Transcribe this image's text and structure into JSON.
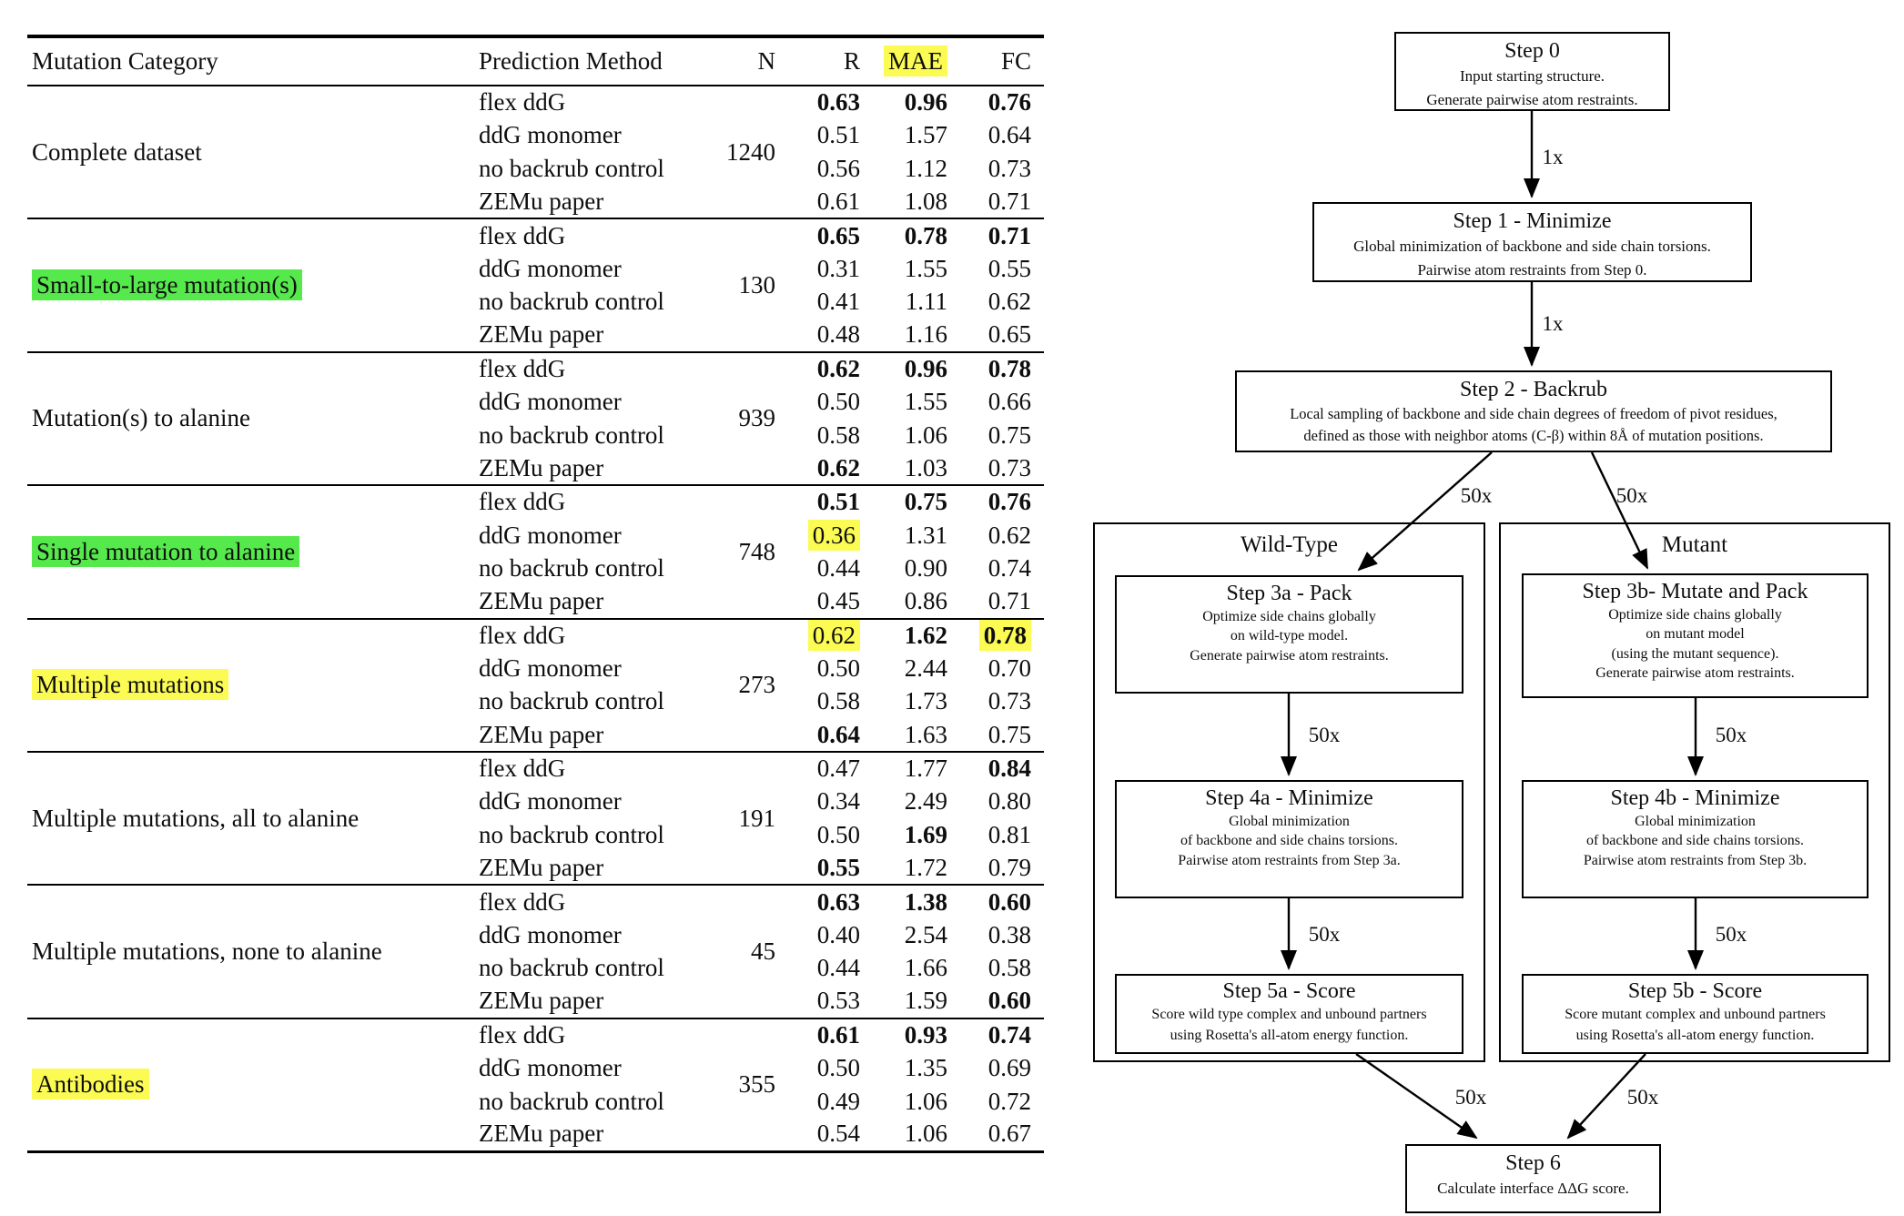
{
  "table": {
    "headers": {
      "category": "Mutation Category",
      "method": "Prediction Method",
      "n": "N",
      "r": "R",
      "mae": "MAE",
      "fc": "FC"
    },
    "groups": [
      {
        "category": "Complete dataset",
        "highlight": null,
        "n": "1240",
        "rows": [
          {
            "method": "flex ddG",
            "r": {
              "v": "0.63",
              "b": 1
            },
            "mae": {
              "v": "0.96",
              "b": 1
            },
            "fc": {
              "v": "0.76",
              "b": 1
            }
          },
          {
            "method": "ddG monomer",
            "r": {
              "v": "0.51"
            },
            "mae": {
              "v": "1.57"
            },
            "fc": {
              "v": "0.64"
            }
          },
          {
            "method": "no backrub control",
            "r": {
              "v": "0.56"
            },
            "mae": {
              "v": "1.12"
            },
            "fc": {
              "v": "0.73"
            }
          },
          {
            "method": "ZEMu paper",
            "r": {
              "v": "0.61"
            },
            "mae": {
              "v": "1.08"
            },
            "fc": {
              "v": "0.71"
            }
          }
        ]
      },
      {
        "category": "Small-to-large mutation(s)",
        "highlight": "green",
        "n": "130",
        "rows": [
          {
            "method": "flex ddG",
            "r": {
              "v": "0.65",
              "b": 1
            },
            "mae": {
              "v": "0.78",
              "b": 1
            },
            "fc": {
              "v": "0.71",
              "b": 1
            }
          },
          {
            "method": "ddG monomer",
            "r": {
              "v": "0.31"
            },
            "mae": {
              "v": "1.55"
            },
            "fc": {
              "v": "0.55"
            }
          },
          {
            "method": "no backrub control",
            "r": {
              "v": "0.41"
            },
            "mae": {
              "v": "1.11"
            },
            "fc": {
              "v": "0.62"
            }
          },
          {
            "method": "ZEMu paper",
            "r": {
              "v": "0.48"
            },
            "mae": {
              "v": "1.16"
            },
            "fc": {
              "v": "0.65"
            }
          }
        ]
      },
      {
        "category": "Mutation(s) to alanine",
        "highlight": null,
        "n": "939",
        "rows": [
          {
            "method": "flex ddG",
            "r": {
              "v": "0.62",
              "b": 1
            },
            "mae": {
              "v": "0.96",
              "b": 1
            },
            "fc": {
              "v": "0.78",
              "b": 1
            }
          },
          {
            "method": "ddG monomer",
            "r": {
              "v": "0.50"
            },
            "mae": {
              "v": "1.55"
            },
            "fc": {
              "v": "0.66"
            }
          },
          {
            "method": "no backrub control",
            "r": {
              "v": "0.58"
            },
            "mae": {
              "v": "1.06"
            },
            "fc": {
              "v": "0.75"
            }
          },
          {
            "method": "ZEMu paper",
            "r": {
              "v": "0.62",
              "b": 1
            },
            "mae": {
              "v": "1.03"
            },
            "fc": {
              "v": "0.73"
            }
          }
        ]
      },
      {
        "category": "Single mutation to alanine",
        "highlight": "green",
        "n": "748",
        "rows": [
          {
            "method": "flex ddG",
            "r": {
              "v": "0.51",
              "b": 1
            },
            "mae": {
              "v": "0.75",
              "b": 1
            },
            "fc": {
              "v": "0.76",
              "b": 1
            }
          },
          {
            "method": "ddG monomer",
            "r": {
              "v": "0.36",
              "h": "y"
            },
            "mae": {
              "v": "1.31"
            },
            "fc": {
              "v": "0.62"
            }
          },
          {
            "method": "no backrub control",
            "r": {
              "v": "0.44"
            },
            "mae": {
              "v": "0.90"
            },
            "fc": {
              "v": "0.74"
            }
          },
          {
            "method": "ZEMu paper",
            "r": {
              "v": "0.45"
            },
            "mae": {
              "v": "0.86"
            },
            "fc": {
              "v": "0.71"
            }
          }
        ]
      },
      {
        "category": "Multiple mutations",
        "highlight": "yellow",
        "n": "273",
        "rows": [
          {
            "method": "flex ddG",
            "r": {
              "v": "0.62",
              "h": "y"
            },
            "mae": {
              "v": "1.62",
              "b": 1
            },
            "fc": {
              "v": "0.78",
              "b": 1,
              "h": "y"
            }
          },
          {
            "method": "ddG monomer",
            "r": {
              "v": "0.50"
            },
            "mae": {
              "v": "2.44"
            },
            "fc": {
              "v": "0.70"
            }
          },
          {
            "method": "no backrub control",
            "r": {
              "v": "0.58"
            },
            "mae": {
              "v": "1.73"
            },
            "fc": {
              "v": "0.73"
            }
          },
          {
            "method": "ZEMu paper",
            "r": {
              "v": "0.64",
              "b": 1
            },
            "mae": {
              "v": "1.63"
            },
            "fc": {
              "v": "0.75"
            }
          }
        ]
      },
      {
        "category": "Multiple mutations, all to alanine",
        "highlight": null,
        "n": "191",
        "rows": [
          {
            "method": "flex ddG",
            "r": {
              "v": "0.47"
            },
            "mae": {
              "v": "1.77"
            },
            "fc": {
              "v": "0.84",
              "b": 1
            }
          },
          {
            "method": "ddG monomer",
            "r": {
              "v": "0.34"
            },
            "mae": {
              "v": "2.49"
            },
            "fc": {
              "v": "0.80"
            }
          },
          {
            "method": "no backrub control",
            "r": {
              "v": "0.50"
            },
            "mae": {
              "v": "1.69",
              "b": 1
            },
            "fc": {
              "v": "0.81"
            }
          },
          {
            "method": "ZEMu paper",
            "r": {
              "v": "0.55",
              "b": 1
            },
            "mae": {
              "v": "1.72"
            },
            "fc": {
              "v": "0.79"
            }
          }
        ]
      },
      {
        "category": "Multiple mutations, none to alanine",
        "highlight": null,
        "n": "45",
        "rows": [
          {
            "method": "flex ddG",
            "r": {
              "v": "0.63",
              "b": 1
            },
            "mae": {
              "v": "1.38",
              "b": 1
            },
            "fc": {
              "v": "0.60",
              "b": 1
            }
          },
          {
            "method": "ddG monomer",
            "r": {
              "v": "0.40"
            },
            "mae": {
              "v": "2.54"
            },
            "fc": {
              "v": "0.38"
            }
          },
          {
            "method": "no backrub control",
            "r": {
              "v": "0.44"
            },
            "mae": {
              "v": "1.66"
            },
            "fc": {
              "v": "0.58"
            }
          },
          {
            "method": "ZEMu paper",
            "r": {
              "v": "0.53"
            },
            "mae": {
              "v": "1.59"
            },
            "fc": {
              "v": "0.60",
              "b": 1
            }
          }
        ]
      },
      {
        "category": "Antibodies",
        "highlight": "yellow",
        "n": "355",
        "rows": [
          {
            "method": "flex ddG",
            "r": {
              "v": "0.61",
              "b": 1
            },
            "mae": {
              "v": "0.93",
              "b": 1
            },
            "fc": {
              "v": "0.74",
              "b": 1
            }
          },
          {
            "method": "ddG monomer",
            "r": {
              "v": "0.50"
            },
            "mae": {
              "v": "1.35"
            },
            "fc": {
              "v": "0.69"
            }
          },
          {
            "method": "no backrub control",
            "r": {
              "v": "0.49"
            },
            "mae": {
              "v": "1.06"
            },
            "fc": {
              "v": "0.72"
            }
          },
          {
            "method": "ZEMu paper",
            "r": {
              "v": "0.54"
            },
            "mae": {
              "v": "1.06"
            },
            "fc": {
              "v": "0.67"
            }
          }
        ]
      }
    ]
  },
  "flowchart": {
    "branch_labels": {
      "wild_type": "Wild-Type",
      "mutant": "Mutant"
    },
    "nodes": {
      "step0": {
        "title": "Step 0",
        "lines": [
          "Input starting structure.",
          "Generate pairwise atom restraints."
        ]
      },
      "step1": {
        "title": "Step 1 - Minimize",
        "lines": [
          "Global minimization of backbone and side chain torsions.",
          "Pairwise atom restraints from Step 0."
        ]
      },
      "step2": {
        "title": "Step 2 - Backrub",
        "lines": [
          "Local sampling of backbone and side chain degrees of freedom of pivot residues,",
          "defined as those with neighbor atoms (C-β) within 8Å of mutation positions."
        ]
      },
      "step3a": {
        "title": "Step 3a - Pack",
        "lines": [
          "Optimize side chains globally",
          "on wild-type model.",
          "Generate pairwise atom restraints."
        ]
      },
      "step3b": {
        "title": "Step 3b- Mutate and Pack",
        "lines": [
          "Optimize side chains globally",
          "on mutant model",
          "(using the mutant sequence).",
          "Generate pairwise atom restraints."
        ]
      },
      "step4a": {
        "title": "Step 4a - Minimize",
        "lines": [
          "Global minimization",
          "of backbone and side chains torsions.",
          "Pairwise atom restraints from Step 3a."
        ]
      },
      "step4b": {
        "title": "Step 4b - Minimize",
        "lines": [
          "Global minimization",
          "of backbone and side chains torsions.",
          "Pairwise atom restraints from Step 3b."
        ]
      },
      "step5a": {
        "title": "Step 5a - Score",
        "lines": [
          "Score wild type complex and unbound partners",
          "using Rosetta's all-atom energy function."
        ]
      },
      "step5b": {
        "title": "Step 5b - Score",
        "lines": [
          "Score mutant complex and unbound partners",
          "using Rosetta's all-atom energy function."
        ]
      },
      "step6": {
        "title": "Step 6",
        "lines": [
          "Calculate interface ΔΔG score."
        ]
      }
    },
    "arrow_labels": {
      "a0": "1x",
      "a1": "1x",
      "a2": "50x",
      "a3": "50x",
      "a4": "50x",
      "a5": "50x",
      "a6": "50x",
      "a7": "50x",
      "a8": "50x",
      "a9": "50x"
    }
  },
  "colors": {
    "highlight_yellow": "#fbfb54",
    "highlight_green": "#55e94c",
    "line": "#000000",
    "background": "#ffffff"
  }
}
